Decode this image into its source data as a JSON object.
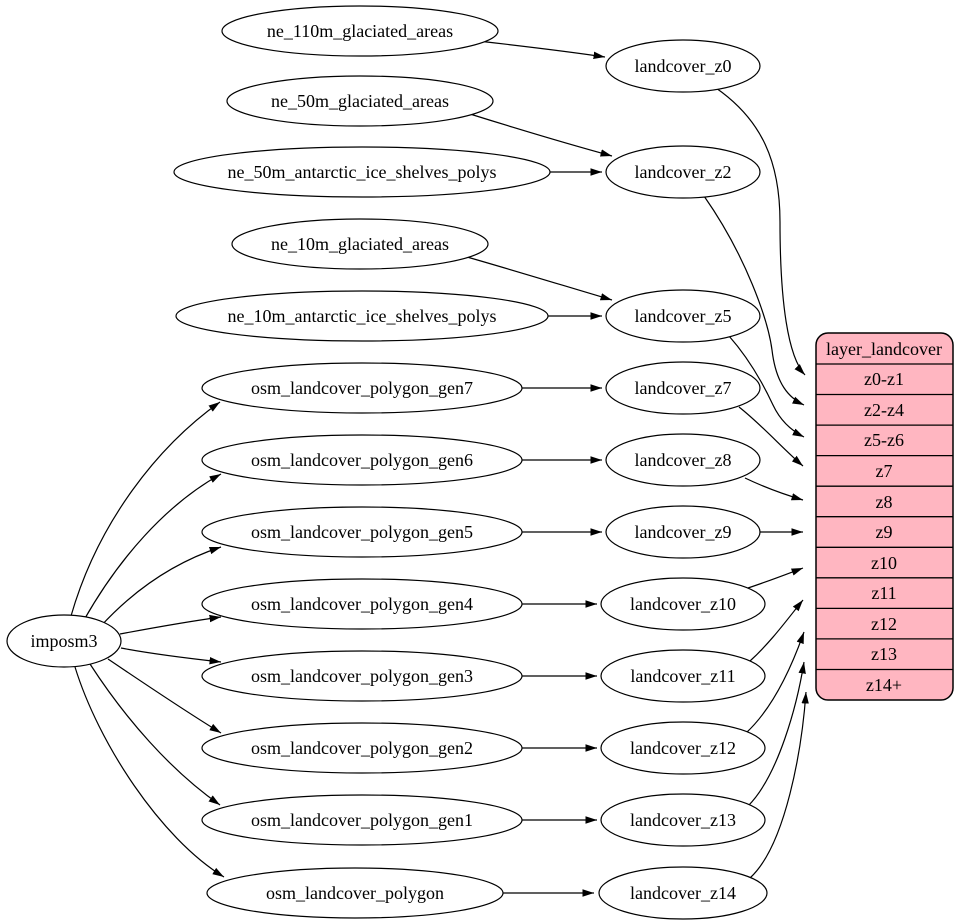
{
  "colors": {
    "background": "#ffffff",
    "node_fill": "#ffffff",
    "node_stroke": "#000000",
    "edge_color": "#000000",
    "table_fill": "#ffb6c1",
    "text_color": "#000000"
  },
  "nodes": {
    "importer": "imposm3",
    "sources": [
      "ne_110m_glaciated_areas",
      "ne_50m_glaciated_areas",
      "ne_50m_antarctic_ice_shelves_polys",
      "ne_10m_glaciated_areas",
      "ne_10m_antarctic_ice_shelves_polys",
      "osm_landcover_polygon_gen7",
      "osm_landcover_polygon_gen6",
      "osm_landcover_polygon_gen5",
      "osm_landcover_polygon_gen4",
      "osm_landcover_polygon_gen3",
      "osm_landcover_polygon_gen2",
      "osm_landcover_polygon_gen1",
      "osm_landcover_polygon"
    ],
    "intermediate": [
      "landcover_z0",
      "landcover_z2",
      "landcover_z5",
      "landcover_z7",
      "landcover_z8",
      "landcover_z9",
      "landcover_z10",
      "landcover_z11",
      "landcover_z12",
      "landcover_z13",
      "landcover_z14"
    ]
  },
  "table": {
    "title": "layer_landcover",
    "rows": [
      "z0-z1",
      "z2-z4",
      "z5-z6",
      "z7",
      "z8",
      "z9",
      "z10",
      "z11",
      "z12",
      "z13",
      "z14+"
    ]
  },
  "edges": [
    {
      "from": "ne_110m_glaciated_areas",
      "to": "landcover_z0"
    },
    {
      "from": "ne_50m_glaciated_areas",
      "to": "landcover_z2"
    },
    {
      "from": "ne_50m_antarctic_ice_shelves_polys",
      "to": "landcover_z2"
    },
    {
      "from": "ne_10m_glaciated_areas",
      "to": "landcover_z5"
    },
    {
      "from": "ne_10m_antarctic_ice_shelves_polys",
      "to": "landcover_z5"
    },
    {
      "from": "osm_landcover_polygon_gen7",
      "to": "landcover_z7"
    },
    {
      "from": "osm_landcover_polygon_gen6",
      "to": "landcover_z8"
    },
    {
      "from": "osm_landcover_polygon_gen5",
      "to": "landcover_z9"
    },
    {
      "from": "osm_landcover_polygon_gen4",
      "to": "landcover_z10"
    },
    {
      "from": "osm_landcover_polygon_gen3",
      "to": "landcover_z11"
    },
    {
      "from": "osm_landcover_polygon_gen2",
      "to": "landcover_z12"
    },
    {
      "from": "osm_landcover_polygon_gen1",
      "to": "landcover_z13"
    },
    {
      "from": "osm_landcover_polygon",
      "to": "landcover_z14"
    },
    {
      "from": "imposm3",
      "to": "osm_landcover_polygon_gen7"
    },
    {
      "from": "imposm3",
      "to": "osm_landcover_polygon_gen6"
    },
    {
      "from": "imposm3",
      "to": "osm_landcover_polygon_gen5"
    },
    {
      "from": "imposm3",
      "to": "osm_landcover_polygon_gen4"
    },
    {
      "from": "imposm3",
      "to": "osm_landcover_polygon_gen3"
    },
    {
      "from": "imposm3",
      "to": "osm_landcover_polygon_gen2"
    },
    {
      "from": "imposm3",
      "to": "osm_landcover_polygon_gen1"
    },
    {
      "from": "imposm3",
      "to": "osm_landcover_polygon"
    },
    {
      "from": "landcover_z0",
      "to": "layer_landcover:z0-z1"
    },
    {
      "from": "landcover_z2",
      "to": "layer_landcover:z2-z4"
    },
    {
      "from": "landcover_z5",
      "to": "layer_landcover:z5-z6"
    },
    {
      "from": "landcover_z7",
      "to": "layer_landcover:z7"
    },
    {
      "from": "landcover_z8",
      "to": "layer_landcover:z8"
    },
    {
      "from": "landcover_z9",
      "to": "layer_landcover:z9"
    },
    {
      "from": "landcover_z10",
      "to": "layer_landcover:z10"
    },
    {
      "from": "landcover_z11",
      "to": "layer_landcover:z11"
    },
    {
      "from": "landcover_z12",
      "to": "layer_landcover:z12"
    },
    {
      "from": "landcover_z13",
      "to": "layer_landcover:z13"
    },
    {
      "from": "landcover_z14",
      "to": "layer_landcover:z14+"
    }
  ]
}
